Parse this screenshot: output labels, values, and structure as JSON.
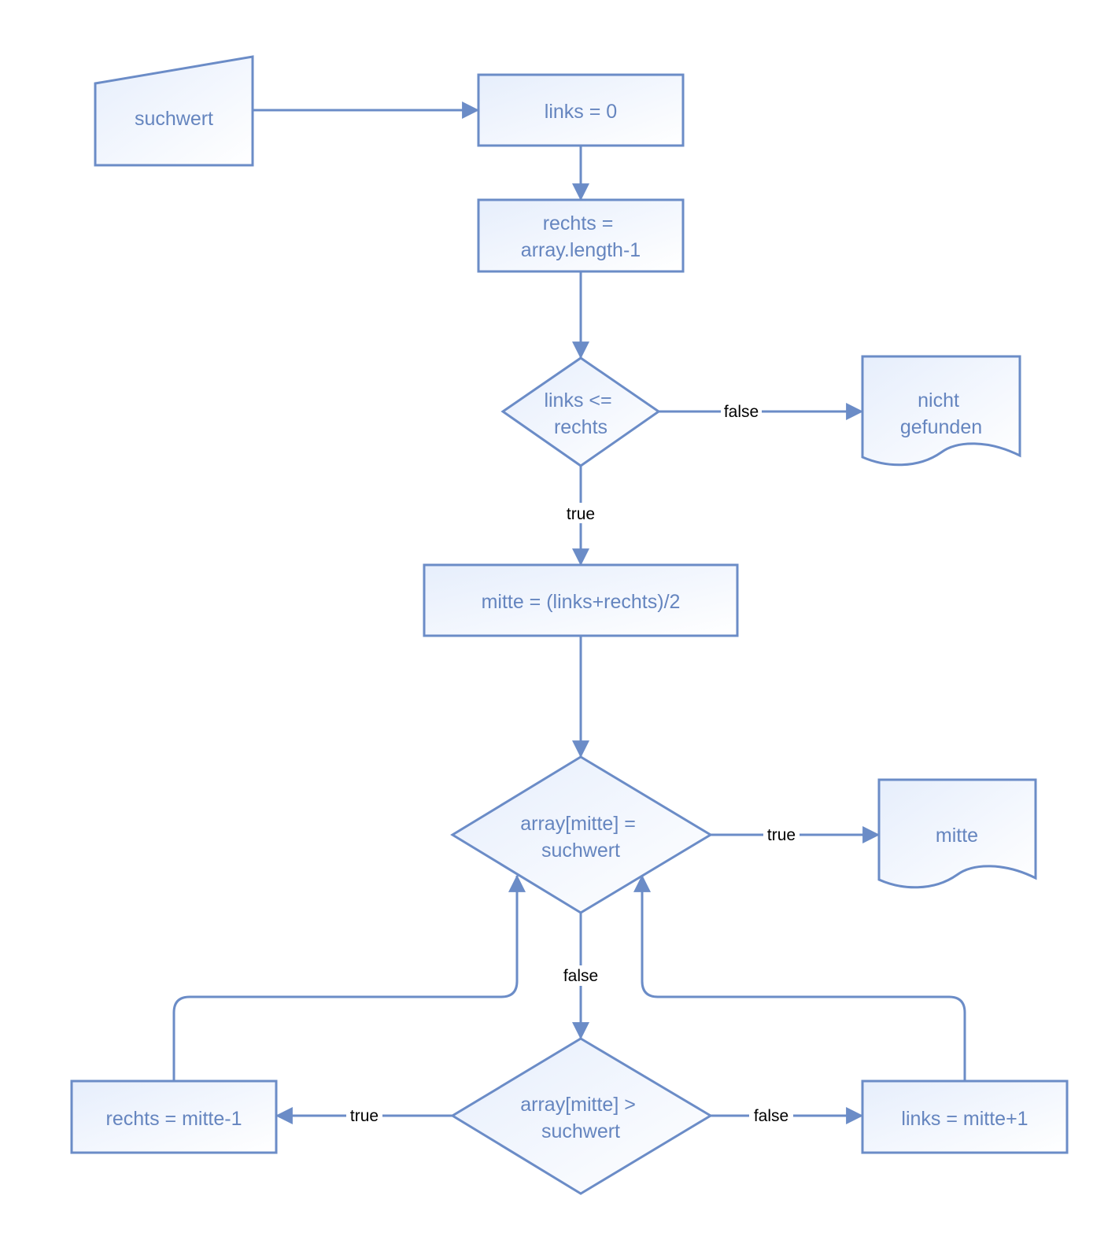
{
  "diagram": {
    "colors": {
      "stroke": "#6b8cc7",
      "text": "#6585bf",
      "fill_start": "#e6eefc",
      "fill_end": "#ffffff",
      "label": "#000000"
    },
    "nodes": {
      "suchwert_input": [
        "suchwert"
      ],
      "links_init": [
        "links = 0"
      ],
      "rechts_init": [
        "rechts =",
        "array.length-1"
      ],
      "cond_links_le_rechts": [
        "links <=",
        "rechts"
      ],
      "out_nicht_gefunden": [
        "nicht",
        "gefunden"
      ],
      "mitte_calc": [
        "mitte = (links+rechts)/2"
      ],
      "cond_equal": [
        "array[mitte] =",
        "suchwert"
      ],
      "out_mitte": [
        "mitte"
      ],
      "cond_greater": [
        "array[mitte] >",
        "suchwert"
      ],
      "rechts_update": [
        "rechts = mitte-1"
      ],
      "links_update": [
        "links = mitte+1"
      ]
    },
    "edge_labels": {
      "false_1": "false",
      "true_1": "true",
      "true_2": "true",
      "false_2": "false",
      "true_3": "true",
      "false_3": "false"
    }
  }
}
